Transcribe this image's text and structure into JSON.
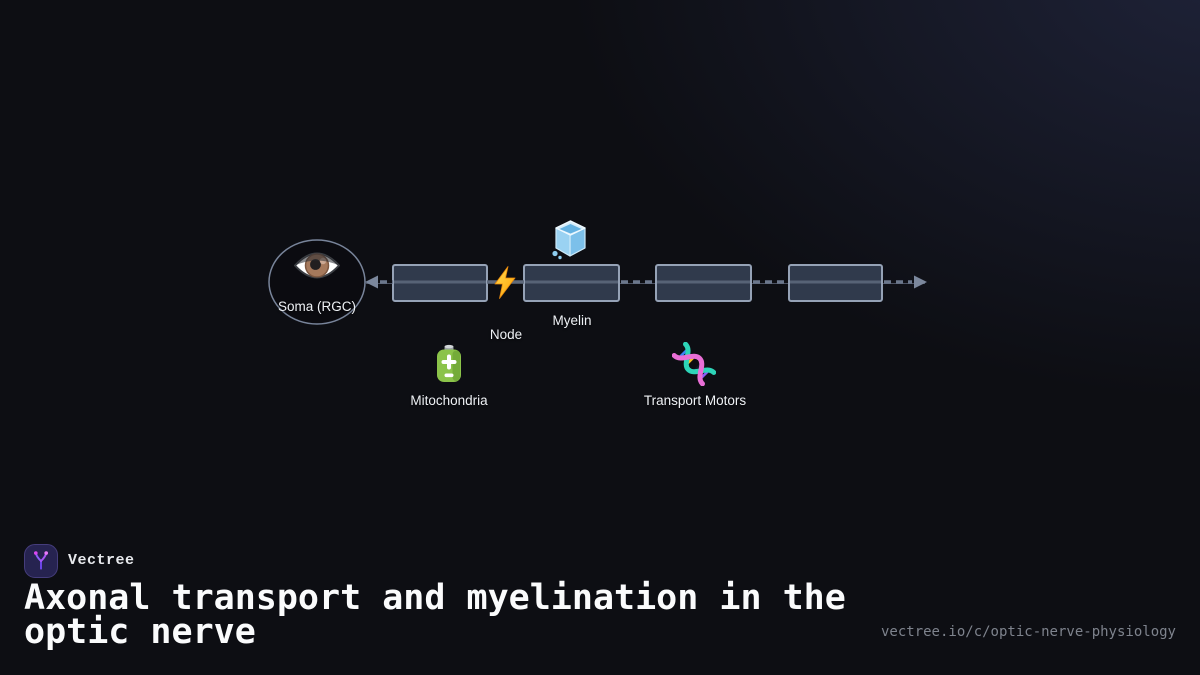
{
  "colors": {
    "background": "#0d0e13",
    "background_glow": "#1f2339",
    "axon_box_fill": "#303a4c",
    "axon_box_border": "#95a2b6",
    "soma_ellipse_border": "#78849a",
    "edge_dash": "#6b778c",
    "edge_arrow": "#7b879c",
    "label_text": "#eef1f5",
    "title_text": "#fafbfc",
    "url_text": "#7e838d",
    "brand_text": "#e7e9ed",
    "logo_background": "#262350",
    "logo_border": "#453d7c",
    "bolt_yellow": "#ffc62e",
    "ice_blue": "#8ecdf0",
    "battery_green": "#8bc34a",
    "dna_pink": "#e96fd6",
    "dna_teal": "#2dd4b8"
  },
  "diagram": {
    "soma": {
      "label": "Soma (RGC)",
      "icon": "eye-icon"
    },
    "axon_segment_count": 4,
    "node_of_ranvier": {
      "label": "Node",
      "icon": "lightning-bolt-icon"
    },
    "myelin": {
      "label": "Myelin",
      "icon": "ice-cube-icon"
    },
    "mitochondria": {
      "label": "Mitochondria",
      "icon": "battery-icon"
    },
    "transport_motors": {
      "label": "Transport Motors",
      "icon": "dna-icon"
    }
  },
  "footer": {
    "brand": "Vectree",
    "title": "Axonal transport and myelination in the optic nerve",
    "url": "vectree.io/c/optic-nerve-physiology"
  }
}
